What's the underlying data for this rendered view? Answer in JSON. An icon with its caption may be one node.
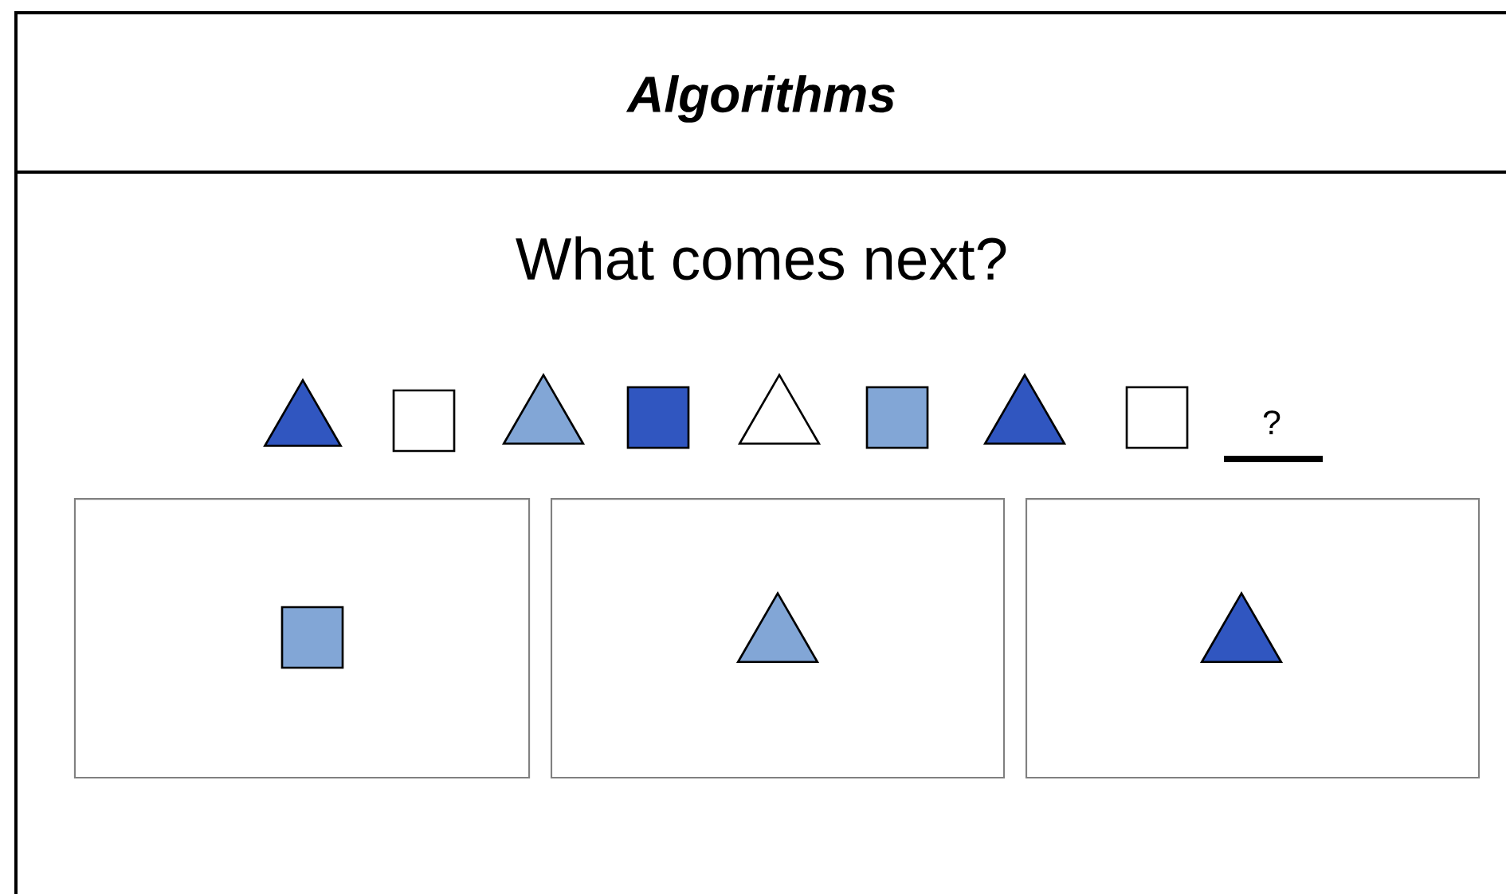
{
  "diagram": {
    "title": "Algorithms",
    "nodes": [
      {
        "text": [],
        "shape": "triangle"
      },
      {
        "text": [],
        "shape": "box"
      },
      {
        "text": [],
        "shape": "triangle"
      },
      {
        "text": [],
        "shape": "box"
      },
      {
        "text": [],
        "shape": "triangle"
      },
      {
        "text": [],
        "shape": "box"
      },
      {
        "text": [],
        "shape": "triangle"
      },
      {
        "text": [],
        "shape": "box"
      },
      {
        "text": [],
        "shape": "box"
      },
      {
        "text": [],
        "shape": "box",
        "in": 8
      },
      {
        "text": [],
        "shape": "box"
      },
      {
        "text": [],
        "shape": "triangle",
        "in": 10
      },
      {
        "text": [],
        "shape": "box"
      },
      {
        "text": [],
        "shape": "triangle",
        "in": 12
      }
    ],
    "labels": [
      "What comes next?",
      "?"
    ]
  }
}
